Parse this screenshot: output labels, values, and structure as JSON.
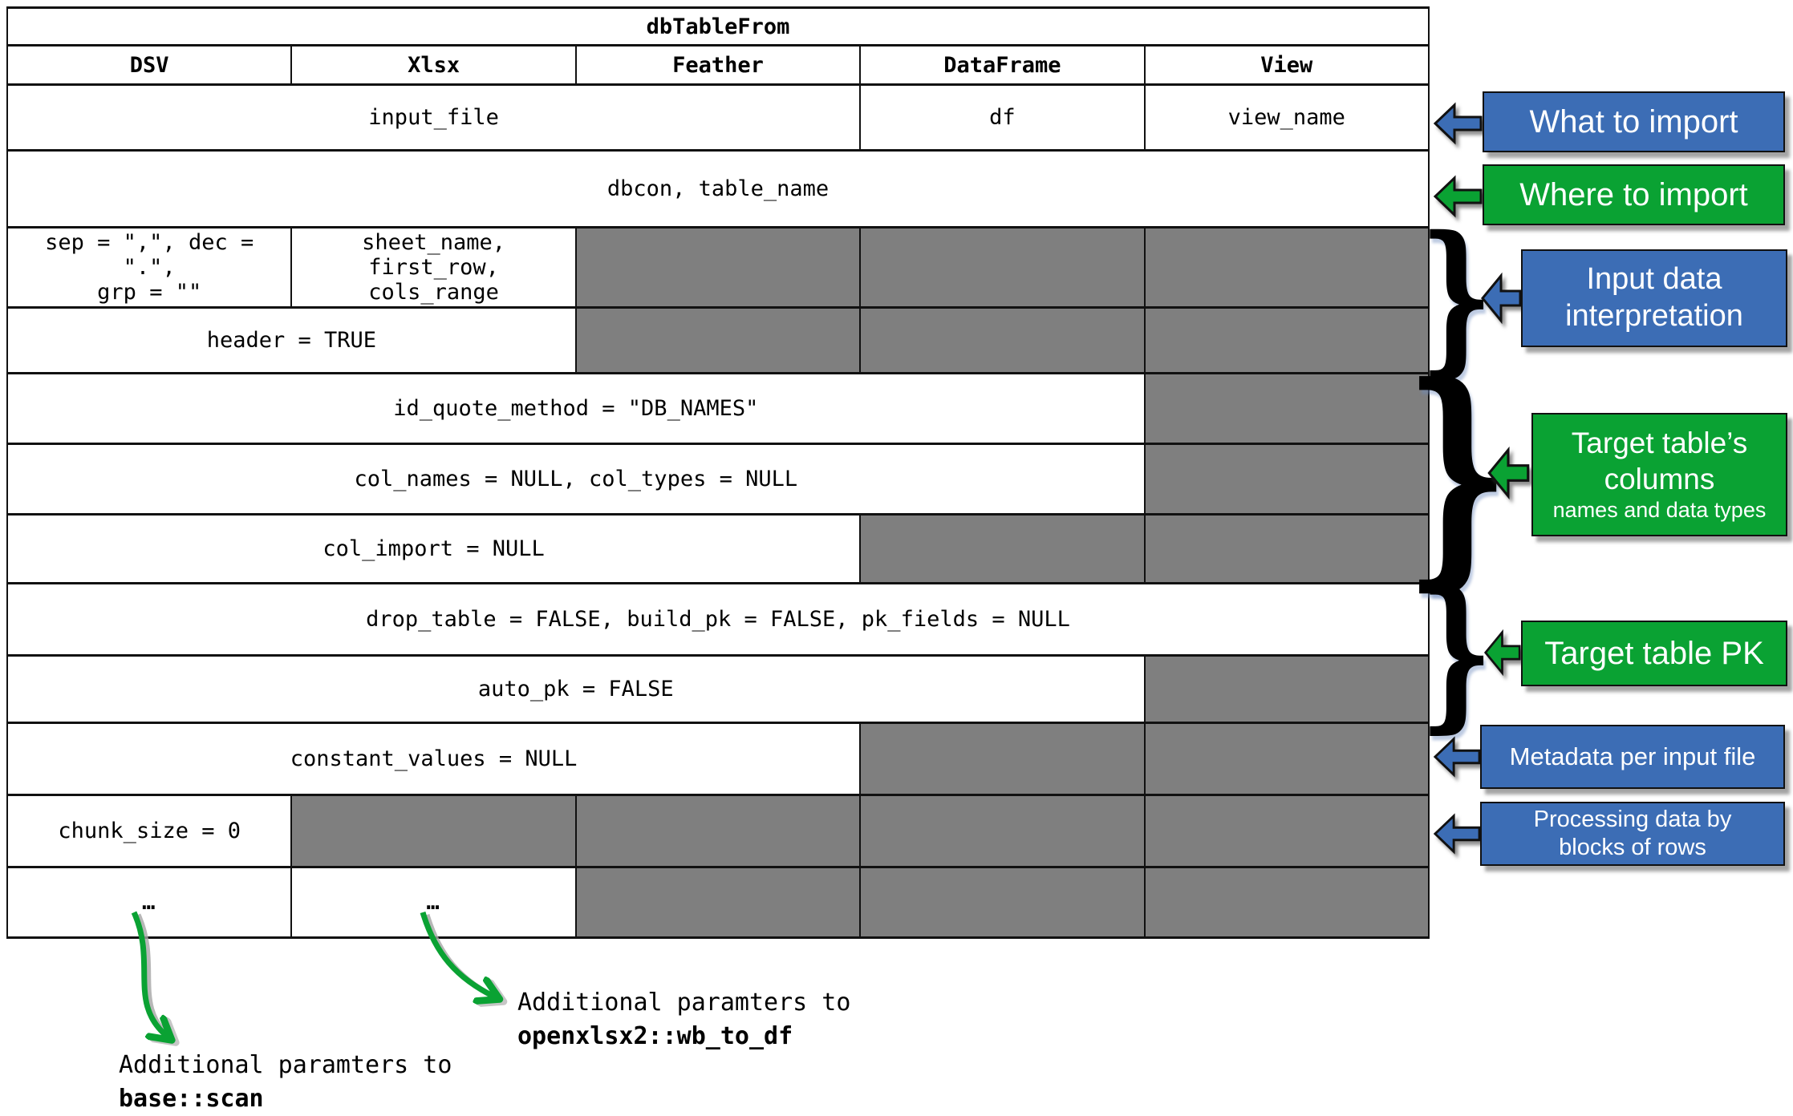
{
  "colors": {
    "blue": "#3c6db5",
    "green": "#0aa233",
    "gray": "#7f7f7f",
    "line": "#111111"
  },
  "table": {
    "title": "dbTableFrom",
    "col_headers": [
      "DSV",
      "Xlsx",
      "Feather",
      "DataFrame",
      "View"
    ],
    "cells": {
      "input_file": "input_file",
      "df": "df",
      "view_name": "view_name",
      "dbcon": "dbcon, table_name",
      "dsv_sep": "sep = \",\", dec = \".\",\ngrp = \"\"",
      "xlsx_sheet": "sheet_name, first_row,\ncols_range",
      "header_true": "header = TRUE",
      "id_quote": "id_quote_method = \"DB_NAMES\"",
      "col_names": "col_names = NULL, col_types = NULL",
      "col_import": "col_import = NULL",
      "drop_table": "drop_table = FALSE, build_pk = FALSE, pk_fields = NULL",
      "auto_pk": "auto_pk = FALSE",
      "constant_values": "constant_values = NULL",
      "chunk_size": "chunk_size = 0",
      "dots": "…"
    }
  },
  "callouts": {
    "what_to_import": {
      "label": "What to import"
    },
    "where_to_import": {
      "label": "Where to import"
    },
    "input_interpretation": {
      "line1": "Input data",
      "line2": "interpretation"
    },
    "target_columns": {
      "line1": "Target table’s",
      "line2": "columns",
      "line3": "names and data types"
    },
    "target_pk": {
      "label": "Target table PK"
    },
    "metadata": {
      "label": "Metadata per input file"
    },
    "processing": {
      "line1": "Processing data by",
      "line2": "blocks of rows"
    }
  },
  "brace_glyph": "}",
  "annotations": {
    "scan": {
      "line1": "Additional paramters to",
      "line2": "base::scan"
    },
    "wb_to_df": {
      "line1": "Additional paramters to",
      "line2": "openxlsx2::wb_to_df"
    }
  }
}
